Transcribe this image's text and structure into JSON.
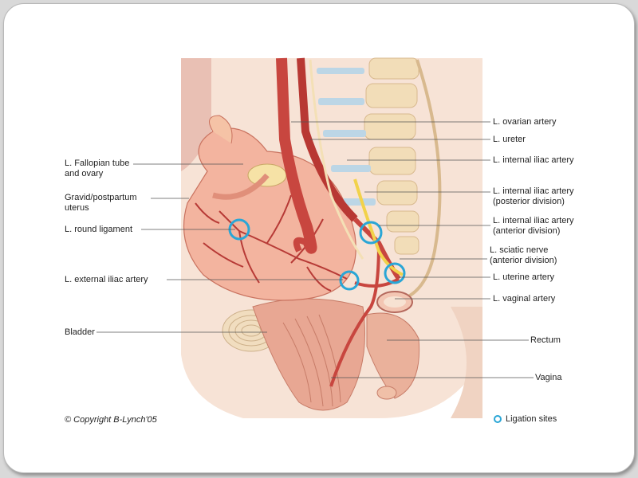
{
  "labels_left": {
    "fallopian": "L. Fallopian tube\nand ovary",
    "uterus": "Gravid/postpartum\nuterus",
    "round_ligament": "L. round ligament",
    "external_iliac": "L. external iliac artery",
    "bladder": "Bladder"
  },
  "labels_right": {
    "ovarian_artery": "L. ovarian artery",
    "ureter": "L. ureter",
    "internal_iliac": "L. internal iliac artery",
    "internal_iliac_post": "L. internal iliac artery\n(posterior division)",
    "internal_iliac_ant": "L. internal iliac artery\n(anterior division)",
    "sciatic": "L. sciatic nerve\n(anterior division)",
    "uterine": "L. uterine artery",
    "vaginal": "L. vaginal artery",
    "rectum": "Rectum",
    "vagina": "Vagina"
  },
  "copyright": "© Copyright B-Lynch'05",
  "legend_label": "Ligation sites",
  "colors": {
    "ligation_ring": "#2aa6d6",
    "artery": "#c8463f",
    "tissue": "#f2b8a0"
  }
}
